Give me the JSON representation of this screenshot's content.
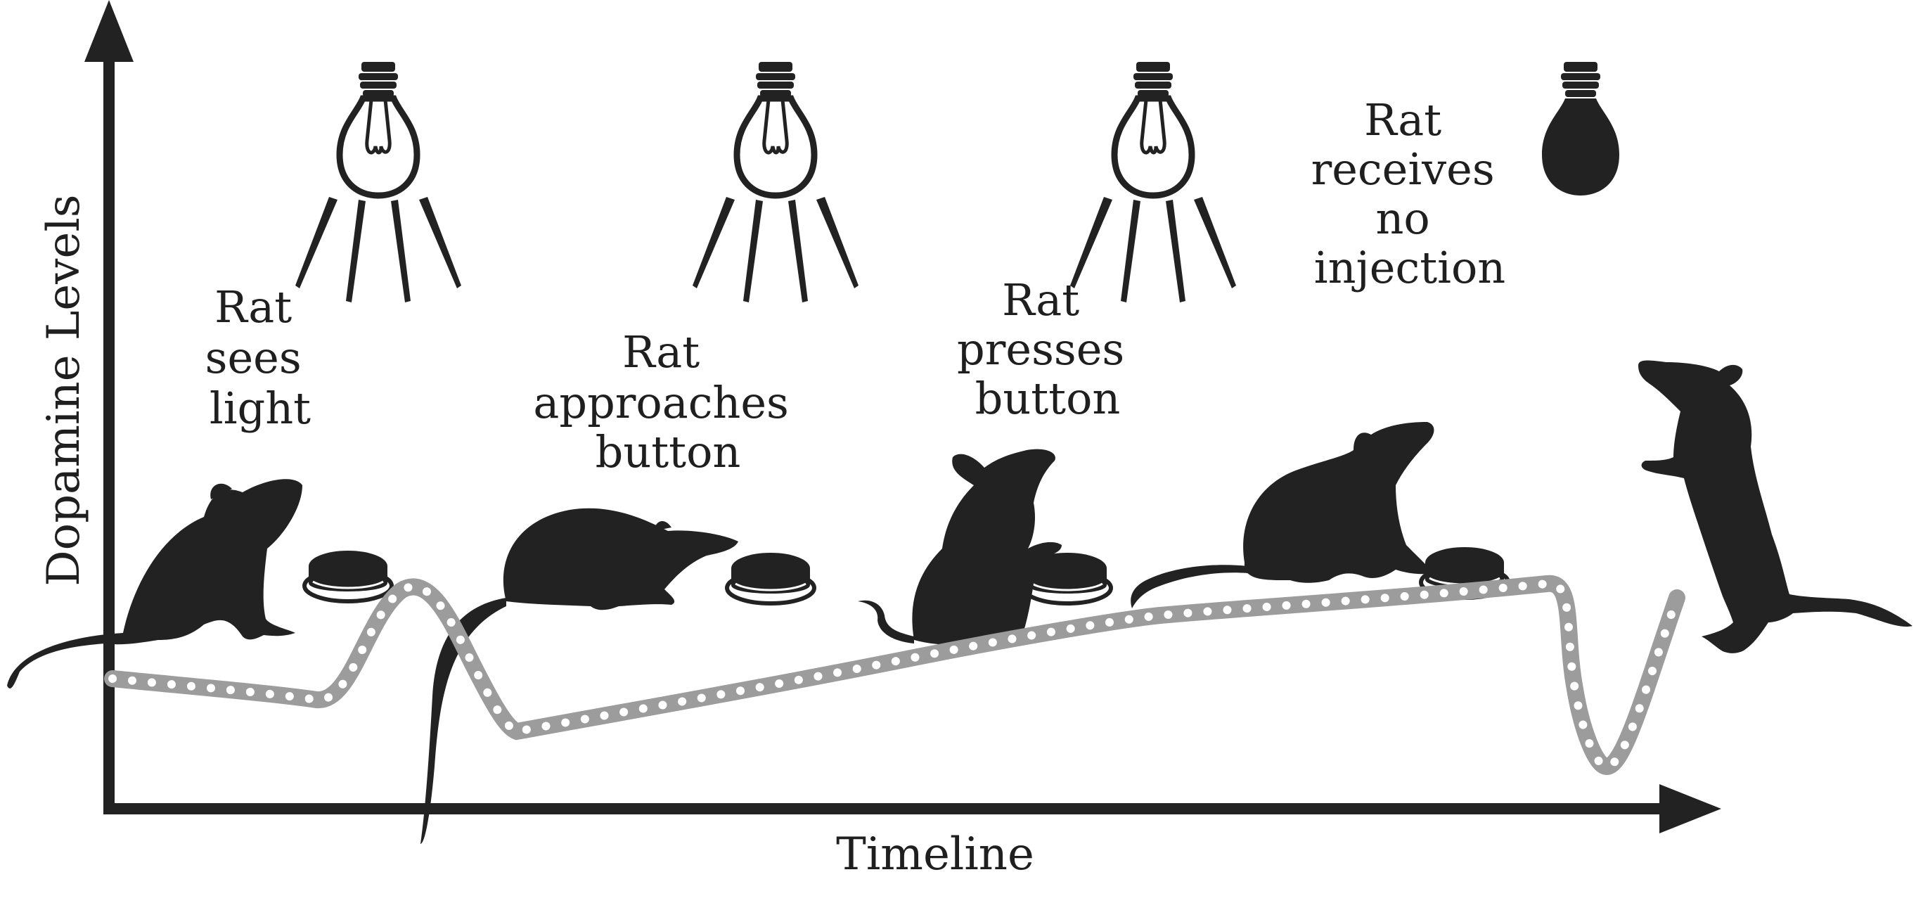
{
  "axes": {
    "y_label": "Dopamine Levels",
    "x_label": "Timeline"
  },
  "stages": [
    {
      "lines": [
        "Rat",
        "sees",
        "light"
      ],
      "bulb": "lit",
      "button": true
    },
    {
      "lines": [
        "Rat",
        "approaches",
        "button"
      ],
      "bulb": "lit",
      "button": true
    },
    {
      "lines": [
        "Rat",
        "presses",
        "button"
      ],
      "bulb": "lit",
      "button": true
    },
    {
      "lines": [
        "Rat",
        "receives",
        "no",
        "injection"
      ],
      "bulb": "dark",
      "button": true
    }
  ],
  "curve": {
    "description_points": [
      "baseline",
      "spike at light",
      "dip",
      "gradual rise",
      "sharp drop after no reward"
    ]
  },
  "colors": {
    "ink": "#222222",
    "curve": "#9c9c9c",
    "curve_dots": "#ffffff",
    "background": "#ffffff"
  },
  "icons": [
    "light-bulb-icon",
    "light-rays-icon",
    "button-icon",
    "rat-silhouette-icon",
    "arrow-head-icon"
  ]
}
